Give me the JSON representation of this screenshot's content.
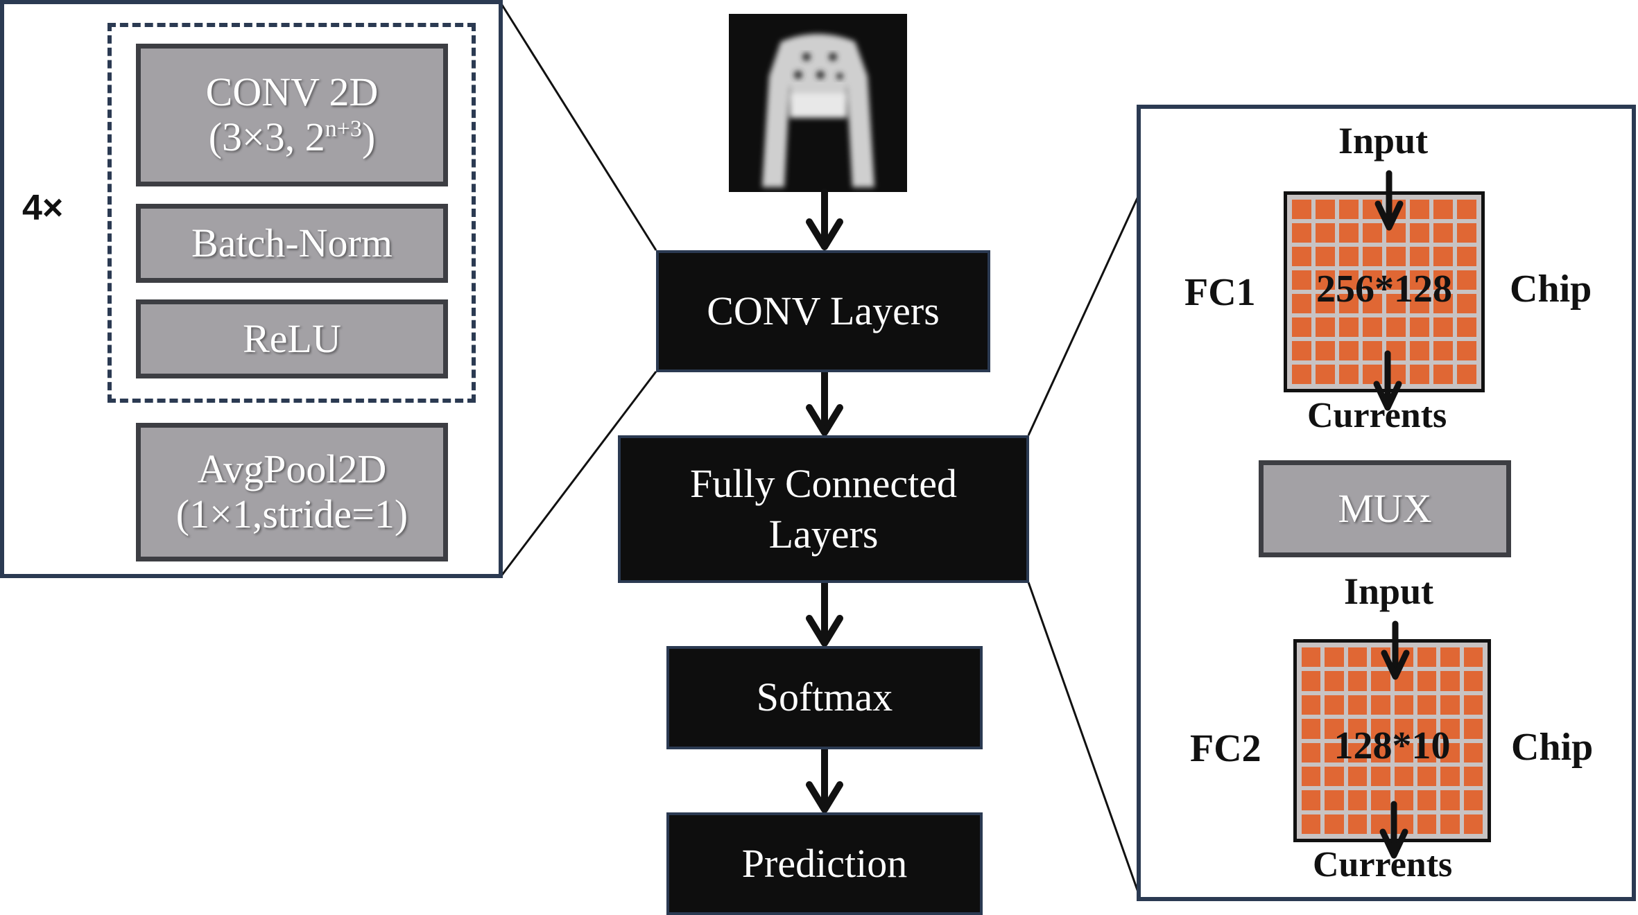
{
  "left_panel": {
    "repeat_label": "4×",
    "blocks": [
      {
        "line1": "CONV 2D",
        "line2_prefix": "(3×3, 2",
        "line2_sup": "n+3",
        "line2_suffix": ")"
      },
      {
        "line1": "Batch-Norm"
      },
      {
        "line1": "ReLU"
      },
      {
        "line1": "AvgPool2D",
        "line2": "(1×1,stride=1)"
      }
    ]
  },
  "pipeline": {
    "input_image": "clothing-sample-image",
    "steps": [
      {
        "line1": "CONV Layers"
      },
      {
        "line1": "Fully Connected",
        "line2": "Layers"
      },
      {
        "line1": "Softmax"
      },
      {
        "line1": "Prediction"
      }
    ]
  },
  "right_panel": {
    "chips": [
      {
        "name": "FC1",
        "size": "256*128",
        "side_label": "Chip",
        "input_label": "Input",
        "output_label": "Currents"
      },
      {
        "name": "FC2",
        "size": "128*10",
        "side_label": "Chip",
        "input_label": "Input",
        "output_label": "Currents"
      }
    ],
    "mux_label": "MUX"
  },
  "colors": {
    "frame": "#2b3a52",
    "block_gray": "#a3a1a5",
    "block_dark": "#0e0e0e",
    "chip_cell": "#e06734",
    "chip_grid": "#c8c3c3"
  }
}
